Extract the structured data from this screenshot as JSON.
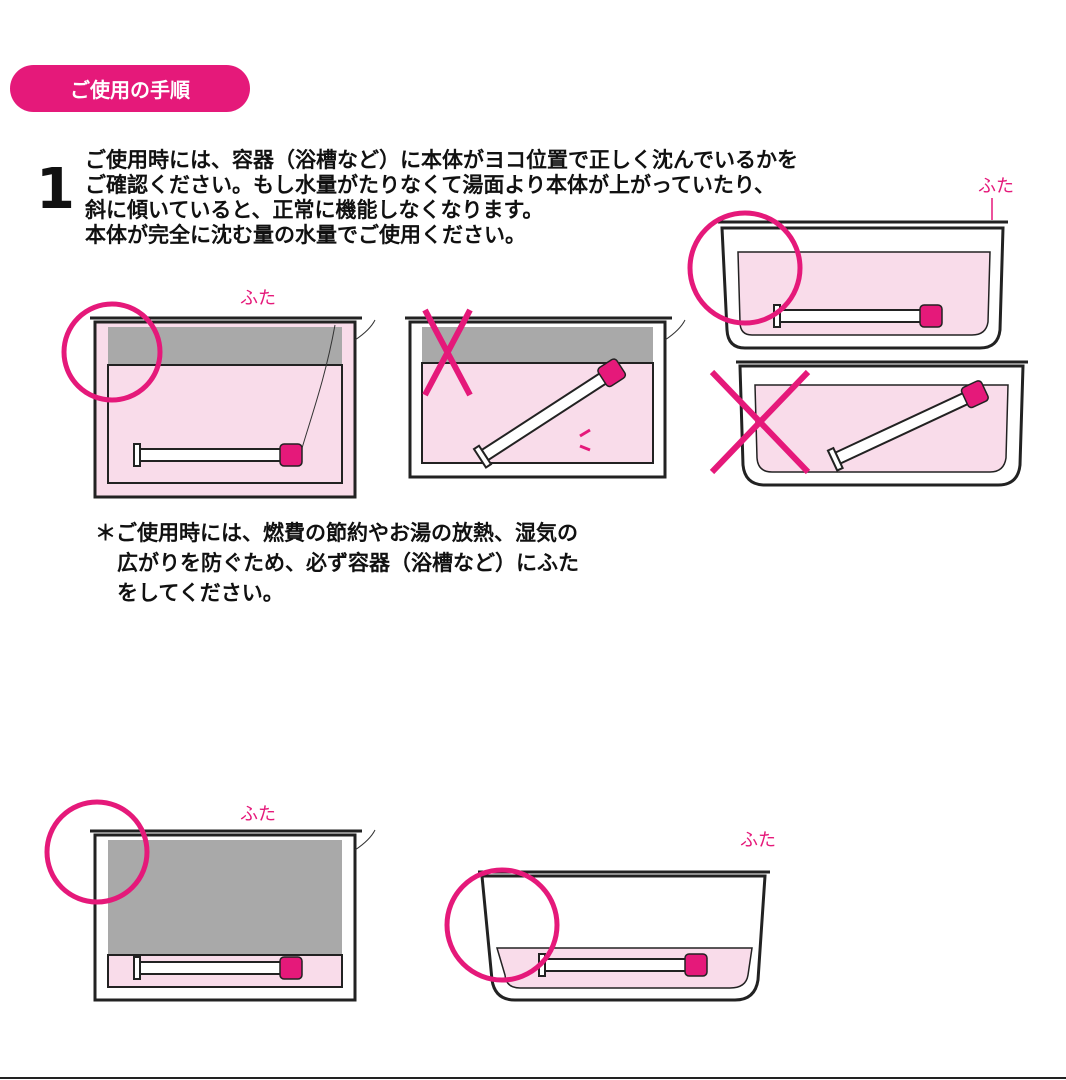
{
  "header": {
    "title": "ご使用の手順"
  },
  "step1": {
    "number": "1",
    "lines": [
      "ご使用時には、容器（浴槽など）に本体がヨコ位置で正しく沈んでいるかを",
      "ご確認ください。もし水量がたりなくて湯面より本体が上がっていたり、",
      "斜に傾いていると、正常に機能しなくなります。",
      "本体が完全に沈む量の水量でご使用ください。"
    ]
  },
  "note": {
    "lines": [
      "＊ご使用時には、燃費の節約やお湯の放熱、湿気の",
      "広がりを防ぐため、必ず容器（浴槽など）にふた",
      "をしてください。"
    ]
  },
  "labels": {
    "lid": "ふた"
  },
  "colors": {
    "accent": "#e5197a",
    "water": "#f9dcea",
    "air": "#a9a9a9"
  }
}
